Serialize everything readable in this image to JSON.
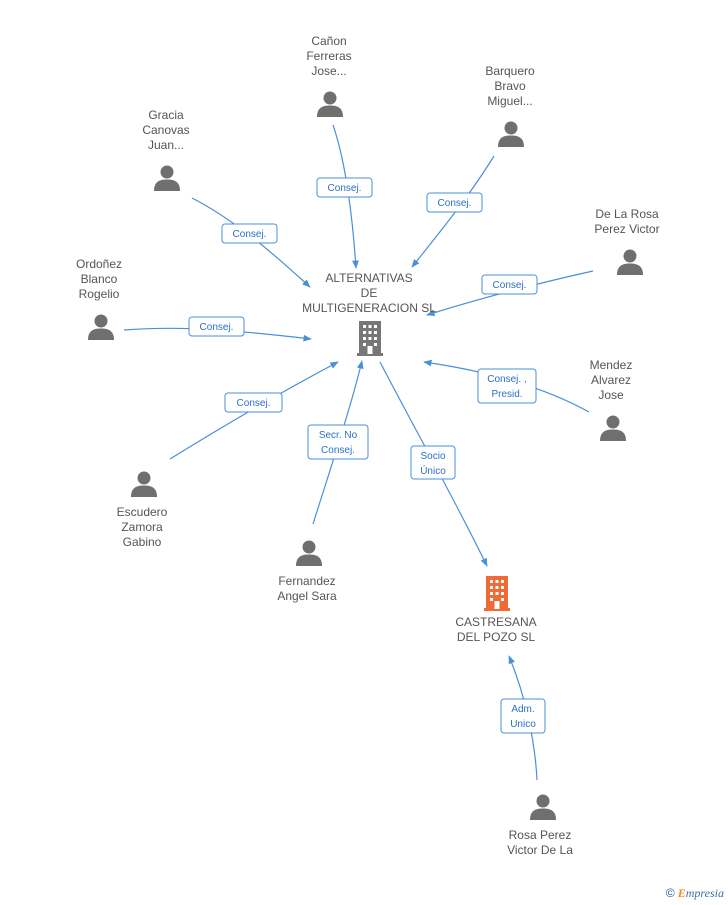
{
  "companies": {
    "main": {
      "lines": [
        "ALTERNATIVAS",
        "DE",
        "MULTIGENERACION SL"
      ],
      "color": "#777777"
    },
    "target": {
      "lines": [
        "CASTRESANA",
        "DEL POZO SL"
      ],
      "color": "#f06a35"
    }
  },
  "people": [
    {
      "id": "canon",
      "lines": [
        "Cañon",
        "Ferreras",
        "Jose..."
      ]
    },
    {
      "id": "barquero",
      "lines": [
        "Barquero",
        "Bravo",
        "Miguel..."
      ]
    },
    {
      "id": "gracia",
      "lines": [
        "Gracia",
        "Canovas",
        "Juan..."
      ]
    },
    {
      "id": "delarosa",
      "lines": [
        "De La Rosa",
        "Perez Victor"
      ]
    },
    {
      "id": "ordonez",
      "lines": [
        "Ordoñez",
        "Blanco",
        "Rogelio"
      ]
    },
    {
      "id": "mendez",
      "lines": [
        "Mendez",
        "Alvarez",
        "Jose"
      ]
    },
    {
      "id": "escudero",
      "lines": [
        "Escudero",
        "Zamora",
        "Gabino"
      ]
    },
    {
      "id": "fernandez",
      "lines": [
        "Fernandez",
        "Angel Sara"
      ]
    },
    {
      "id": "rosaperez",
      "lines": [
        "Rosa Perez",
        "Victor De La"
      ]
    }
  ],
  "relations": [
    {
      "id": "r-canon",
      "lines": [
        "Consej."
      ]
    },
    {
      "id": "r-barquero",
      "lines": [
        "Consej."
      ]
    },
    {
      "id": "r-gracia",
      "lines": [
        "Consej."
      ]
    },
    {
      "id": "r-delarosa",
      "lines": [
        "Consej."
      ]
    },
    {
      "id": "r-ordonez",
      "lines": [
        "Consej."
      ]
    },
    {
      "id": "r-mendez",
      "lines": [
        "Consej. ,",
        "Presid."
      ]
    },
    {
      "id": "r-escudero",
      "lines": [
        "Consej."
      ]
    },
    {
      "id": "r-fernandez",
      "lines": [
        "Secr.  No",
        "Consej."
      ]
    },
    {
      "id": "r-socio",
      "lines": [
        "Socio",
        "Único"
      ]
    },
    {
      "id": "r-adm",
      "lines": [
        "Adm.",
        "Unico"
      ]
    }
  ],
  "brand": {
    "copyright": "©",
    "initial": "E",
    "rest": "mpresia"
  },
  "colors": {
    "edge": "#4a90d9",
    "person": "#6f6f6f",
    "label": "#555555"
  }
}
